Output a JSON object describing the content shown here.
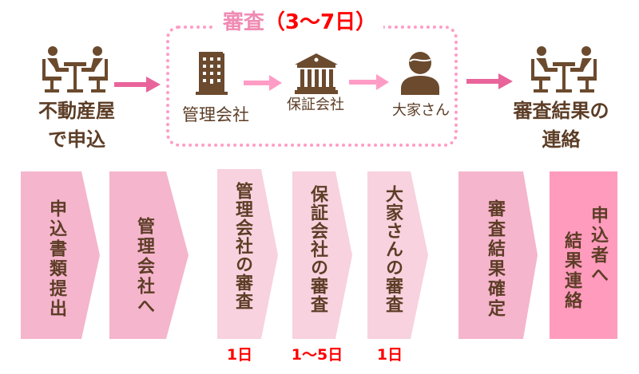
{
  "header": {
    "review_title": "審査",
    "review_period": "（3〜7日）"
  },
  "top_flow": {
    "apply": {
      "line1": "不動産屋",
      "line2": "で申込",
      "icon": "meeting-people-icon"
    },
    "management": {
      "label": "管理会社",
      "icon": "building-icon"
    },
    "guarantor": {
      "label": "保証会社",
      "icon": "bank-icon"
    },
    "landlord": {
      "label": "大家さん",
      "icon": "person-icon"
    },
    "result": {
      "line1": "審査結果の",
      "line2": "連絡",
      "icon": "meeting-people-icon"
    }
  },
  "steps": [
    {
      "label": "申込書類提出"
    },
    {
      "label": "管理会社へ"
    },
    {
      "label": "管理会社の審査",
      "days": "1日"
    },
    {
      "label": "保証会社の審査",
      "days": "1〜5日"
    },
    {
      "label": "大家さんの審査",
      "days": "1日"
    },
    {
      "label": "審査結果確定"
    },
    {
      "label_line1": "申込者へ",
      "label_line2": "結果連絡"
    }
  ],
  "colors": {
    "brown": "#6b4a2e",
    "pink_dark": "#f5b5cc",
    "pink_light": "#f8d2de",
    "pink_final": "#ff9bbd",
    "arrow_dark": "#e8649a",
    "arrow_light": "#ff9cc5",
    "red": "#ff0000"
  }
}
